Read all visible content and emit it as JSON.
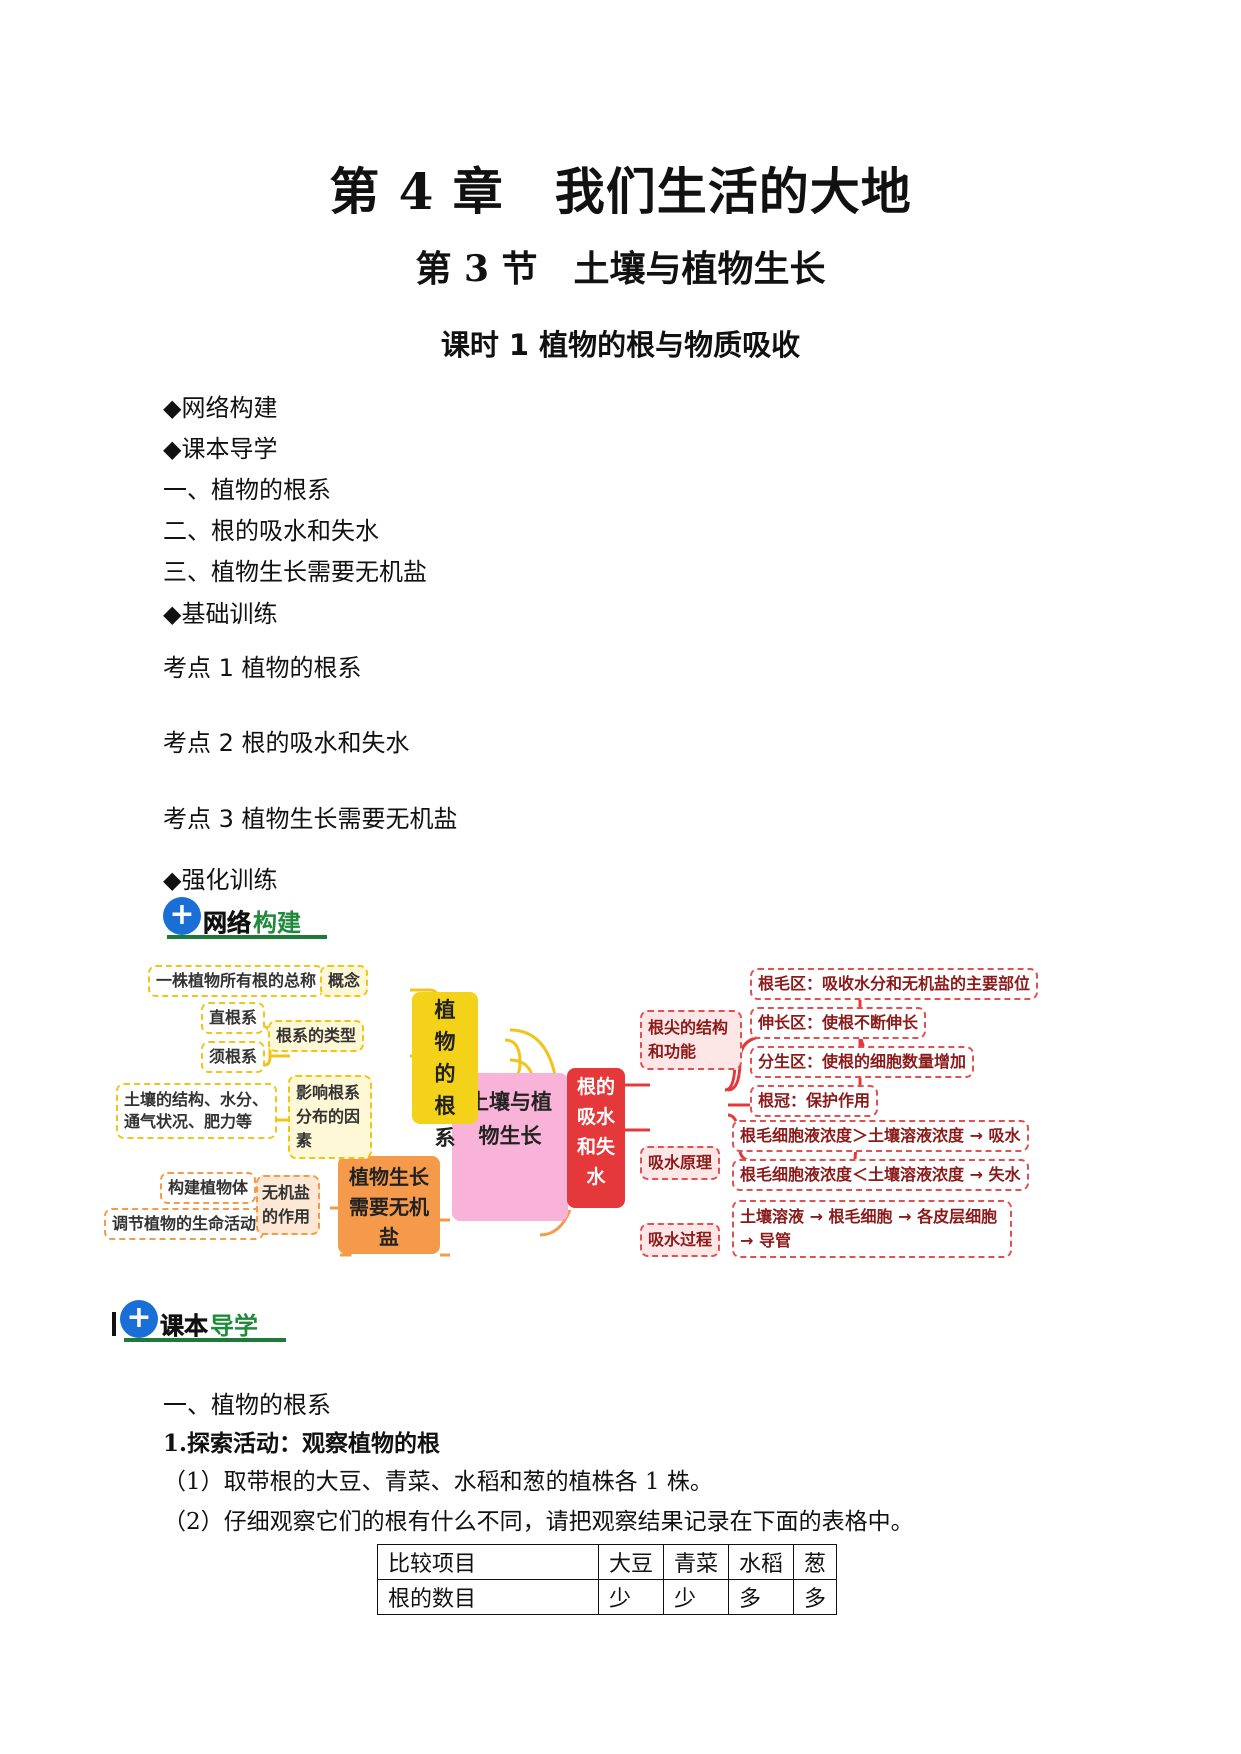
{
  "header": {
    "chapter": "第 4 章　我们生活的大地",
    "section": "第 3 节　土壤与植物生长",
    "lesson": "课时 1  植物的根与物质吸收"
  },
  "toc": [
    "◆网络构建",
    "◆课本导学",
    "一、植物的根系",
    "二、根的吸水和失水",
    "三、植物生长需要无机盐",
    "◆基础训练",
    "考点 1  植物的根系",
    "考点 2  根的吸水和失水",
    "考点 3  植物生长需要无机盐",
    "◆强化训练"
  ],
  "banner_network": {
    "part1": "网络",
    "part2": "构建"
  },
  "banner_textbook": {
    "part1": "课本",
    "part2": "导学"
  },
  "mindmap": {
    "center": "土壤与植物生长",
    "roots": "植物的根系",
    "salt": "植物生长需要无机盐",
    "water": "根的吸水和失水",
    "concept_label": "概念",
    "concept_def": "一株植物所有根的总称",
    "types_label": "根系的类型",
    "tap_root": "直根系",
    "fibrous_root": "须根系",
    "factors_label": "影响根系分布的因素",
    "factors_detail": "土壤的结构、水分、通气状况、肥力等",
    "salt_role": "无机盐的作用",
    "salt_role_1": "构建植物体",
    "salt_role_2": "调节植物的生命活动",
    "tip_label": "根尖的结构和功能",
    "tip_1": "根毛区：吸收水分和无机盐的主要部位",
    "tip_2": "伸长区：使根不断伸长",
    "tip_3": "分生区：使根的细胞数量增加",
    "tip_4": "根冠：保护作用",
    "principle_label": "吸水原理",
    "principle_1": "根毛细胞液浓度＞土壤溶液浓度 → 吸水",
    "principle_2": "根毛细胞液浓度＜土壤溶液浓度 → 失水",
    "process_label": "吸水过程",
    "process_detail": "土壤溶液 → 根毛细胞 → 各皮层细胞 → 导管"
  },
  "body": {
    "heading1": "一、植物的根系",
    "activity": "1.探索活动：观察植物的根",
    "step1": "（1）取带根的大豆、青菜、水稻和葱的植株各 1 株。",
    "step2": "（2）仔细观察它们的根有什么不同，请把观察结果记录在下面的表格中。"
  },
  "table": {
    "header": [
      "比较项目",
      "大豆",
      "青菜",
      "水稻",
      "葱"
    ],
    "row1": [
      "根的数目",
      "少",
      "少",
      "多",
      "多"
    ]
  },
  "colors": {
    "yellow": "#f5d21a",
    "orange": "#f59a4a",
    "pink": "#f9b3d8",
    "red": "#e5383b",
    "banner_green": "#1f8a3a",
    "banner_blue": "#1a6fd6"
  }
}
